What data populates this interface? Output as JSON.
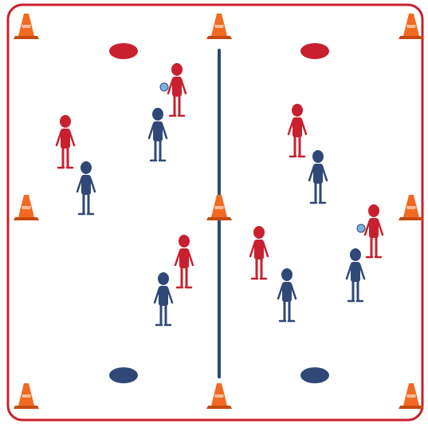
{
  "colors": {
    "team_red": "#c8202f",
    "team_blue": "#2f4877",
    "cone_orange": "#f26a22",
    "cone_dark": "#c44a10",
    "field_border": "#c8202f",
    "ball": "#7fb0e0"
  },
  "field": {
    "corner_style": "rounded",
    "halfway_line": true
  },
  "cones": [
    {
      "id": "top-left"
    },
    {
      "id": "top-center"
    },
    {
      "id": "top-right"
    },
    {
      "id": "middle-left"
    },
    {
      "id": "middle-center"
    },
    {
      "id": "middle-right"
    },
    {
      "id": "bottom-left"
    },
    {
      "id": "bottom-center"
    },
    {
      "id": "bottom-right"
    }
  ],
  "end_zones": [
    {
      "id": "red-zone-left",
      "team": "red"
    },
    {
      "id": "red-zone-right",
      "team": "red"
    },
    {
      "id": "blue-zone-left",
      "team": "blue"
    },
    {
      "id": "blue-zone-right",
      "team": "blue"
    }
  ],
  "players": [
    {
      "id": "red-player-1",
      "team": "red",
      "has_ball": true,
      "ball_side": "left"
    },
    {
      "id": "blue-player-1",
      "team": "blue",
      "has_ball": false
    },
    {
      "id": "red-player-2",
      "team": "red",
      "has_ball": false
    },
    {
      "id": "blue-player-2",
      "team": "blue",
      "has_ball": false
    },
    {
      "id": "red-player-3",
      "team": "red",
      "has_ball": false
    },
    {
      "id": "blue-player-3",
      "team": "blue",
      "has_ball": false
    },
    {
      "id": "red-player-4",
      "team": "red",
      "has_ball": false
    },
    {
      "id": "blue-player-4",
      "team": "blue",
      "has_ball": false
    },
    {
      "id": "red-player-5",
      "team": "red",
      "has_ball": true,
      "ball_side": "left"
    },
    {
      "id": "red-player-6",
      "team": "red",
      "has_ball": false
    },
    {
      "id": "blue-player-5",
      "team": "blue",
      "has_ball": false
    },
    {
      "id": "blue-player-6",
      "team": "blue",
      "has_ball": false
    }
  ]
}
